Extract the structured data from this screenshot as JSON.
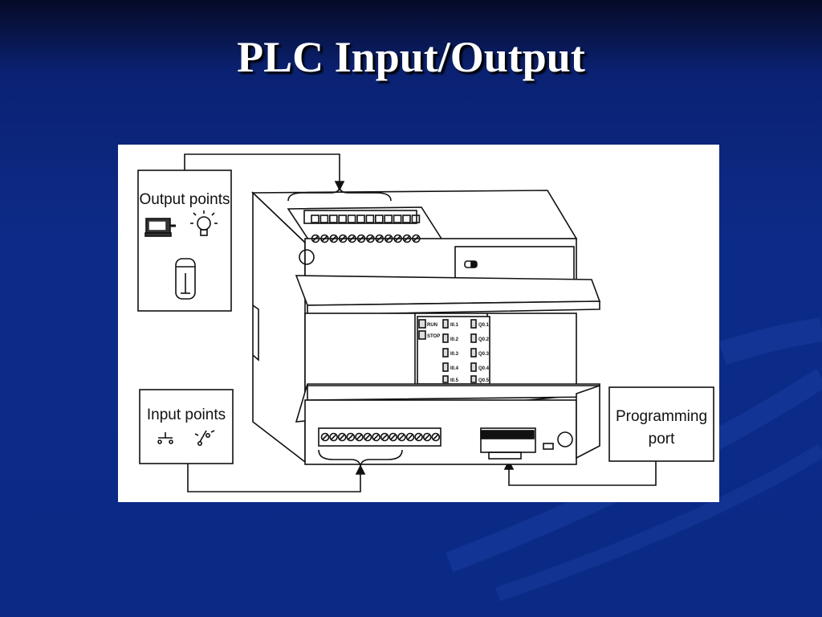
{
  "slide": {
    "title": "PLC Input/Output"
  },
  "diagram": {
    "output_box_label": "Output points",
    "input_box_label": "Input points",
    "programming_box_label_line1": "Programming",
    "programming_box_label_line2": "port",
    "status_labels": [
      "RUN",
      "STOP"
    ],
    "input_leds": [
      "I0.1",
      "I0.2",
      "I0.3",
      "I0.4",
      "I0.5"
    ],
    "output_leds": [
      "Q0.1",
      "Q0.2",
      "Q0.3",
      "Q0.4",
      "Q0.5"
    ]
  },
  "colors": {
    "background": "#0b2a86",
    "title": "#ffffff",
    "figure_bg": "#ffffff",
    "line": "#111111"
  }
}
